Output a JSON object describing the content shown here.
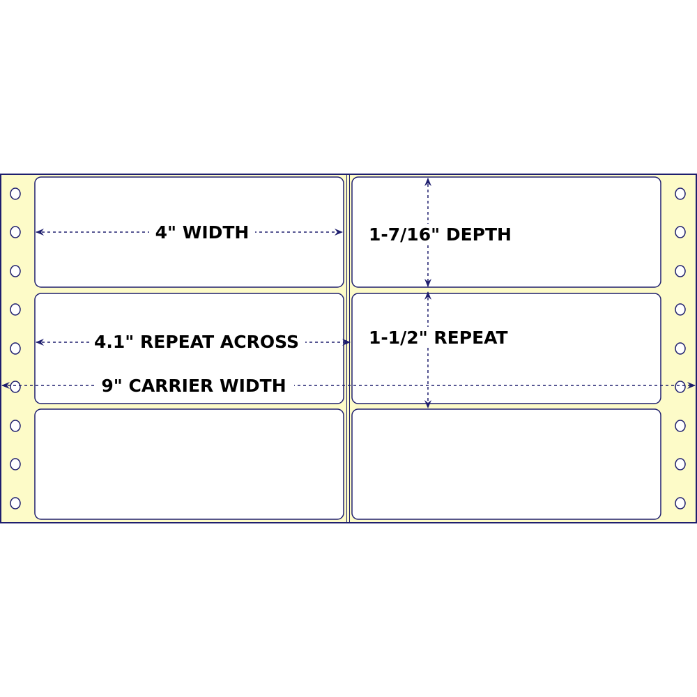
{
  "colors": {
    "carrier": "#fdfbc8",
    "outline": "#1e1e6e",
    "label_fill": "#ffffff",
    "text": "#000000",
    "background": "#ffffff"
  },
  "labels": {
    "width": "4\" WIDTH",
    "depth": "1-7/16\" DEPTH",
    "repeat_across": "4.1\" REPEAT ACROSS",
    "repeat": "1-1/2\" REPEAT",
    "carrier_width": "9\" CARRIER WIDTH"
  },
  "layout": {
    "labels_across": 2,
    "labels_down_visible": 3,
    "pin_holes_per_side": 9
  }
}
